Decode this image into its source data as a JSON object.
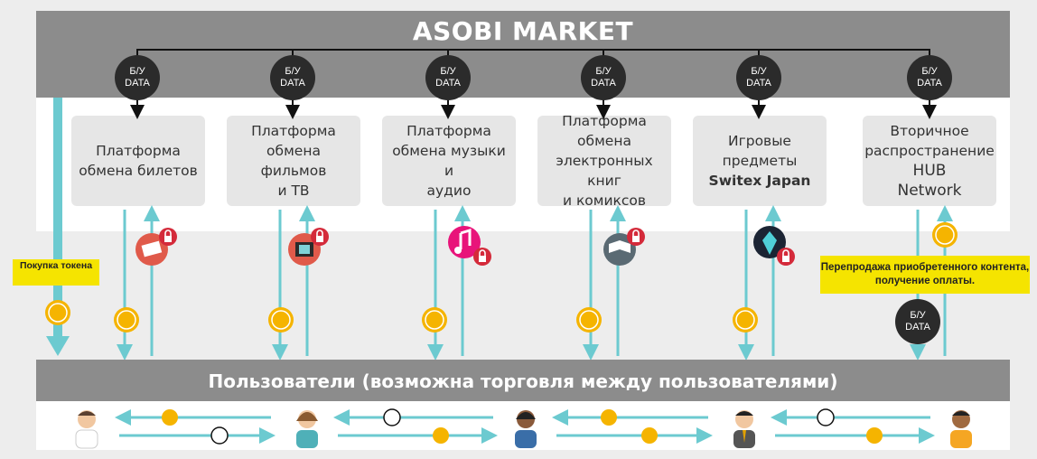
{
  "title": "ASOBI MARKET",
  "data_label": "Б/У DATA",
  "platforms": [
    {
      "line1": "Платформа",
      "line2": "обмена билетов",
      "line3": "",
      "bold": ""
    },
    {
      "line1": "Платформа",
      "line2": "обмена фильмов",
      "line3": "и ТВ",
      "bold": ""
    },
    {
      "line1": "Платформа",
      "line2": "обмена музыки и",
      "line3": "аудио",
      "bold": ""
    },
    {
      "line1": "Платформа",
      "line2": "обмена",
      "line3": "электронных книг",
      "line4": "и комиксов",
      "bold": ""
    },
    {
      "line1": "Игровые",
      "line2": "предметы",
      "line3": "",
      "bold": "Switex Japan"
    },
    {
      "line1": "Вторичное",
      "line2": "распространение",
      "line3": "HUB",
      "line4": "Network",
      "bold": ""
    }
  ],
  "token_purchase": "Покупка токена",
  "resale_note": "Перепродажа приобретенного контента, получение оплаты.",
  "users_bar": "Пользователи (возможна торговля между пользователями)",
  "platform_icons": [
    "ticket-icon",
    "film-icon",
    "music-note-icon",
    "book-icon",
    "game-gem-icon"
  ],
  "colors": {
    "teal": "#6ccad0",
    "gray_bar": "#8c8c8c",
    "dark_node": "#2b2b2b",
    "yellow": "#f5e400",
    "coin": "#f5b400",
    "lock_red": "#d42a3a"
  }
}
